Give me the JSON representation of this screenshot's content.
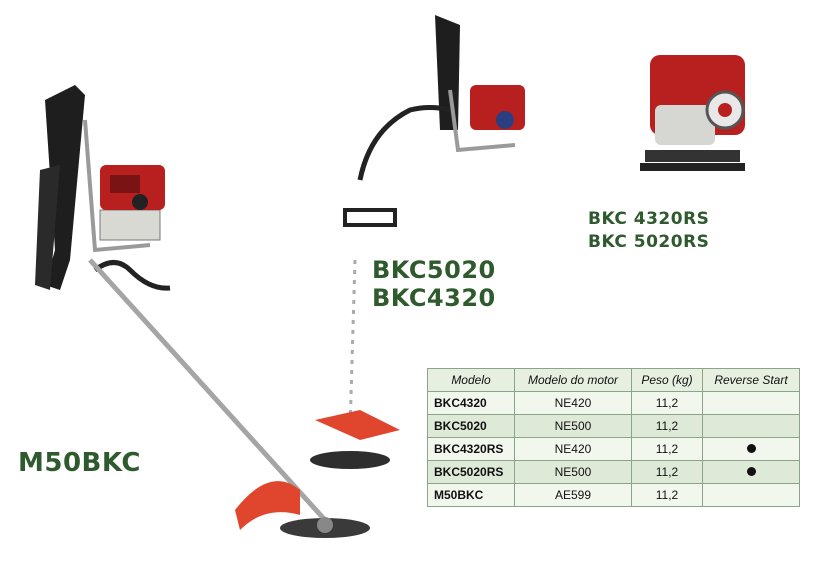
{
  "labels": {
    "m50bkc": "M50BKC",
    "mid_line1": "BKC5020",
    "mid_line2": "BKC4320",
    "right_line1": "BKC 4320RS",
    "right_line2": "BKC 5020RS"
  },
  "table": {
    "headers": [
      "Modelo",
      "Modelo do motor",
      "Peso (kg)",
      "Reverse Start"
    ],
    "rows": [
      {
        "modelo": "BKC4320",
        "motor": "NE420",
        "peso": "11,2",
        "reverse": false
      },
      {
        "modelo": "BKC5020",
        "motor": "NE500",
        "peso": "11,2",
        "reverse": false
      },
      {
        "modelo": "BKC4320RS",
        "motor": "NE420",
        "peso": "11,2",
        "reverse": true
      },
      {
        "modelo": "BKC5020RS",
        "motor": "NE500",
        "peso": "11,2",
        "reverse": true
      },
      {
        "modelo": "M50BKC",
        "motor": "AE599",
        "peso": "11,2",
        "reverse": false
      }
    ]
  },
  "colors": {
    "label_green": "#2f5a2e",
    "engine_red": "#b8201f",
    "blade_red": "#e0452e"
  }
}
